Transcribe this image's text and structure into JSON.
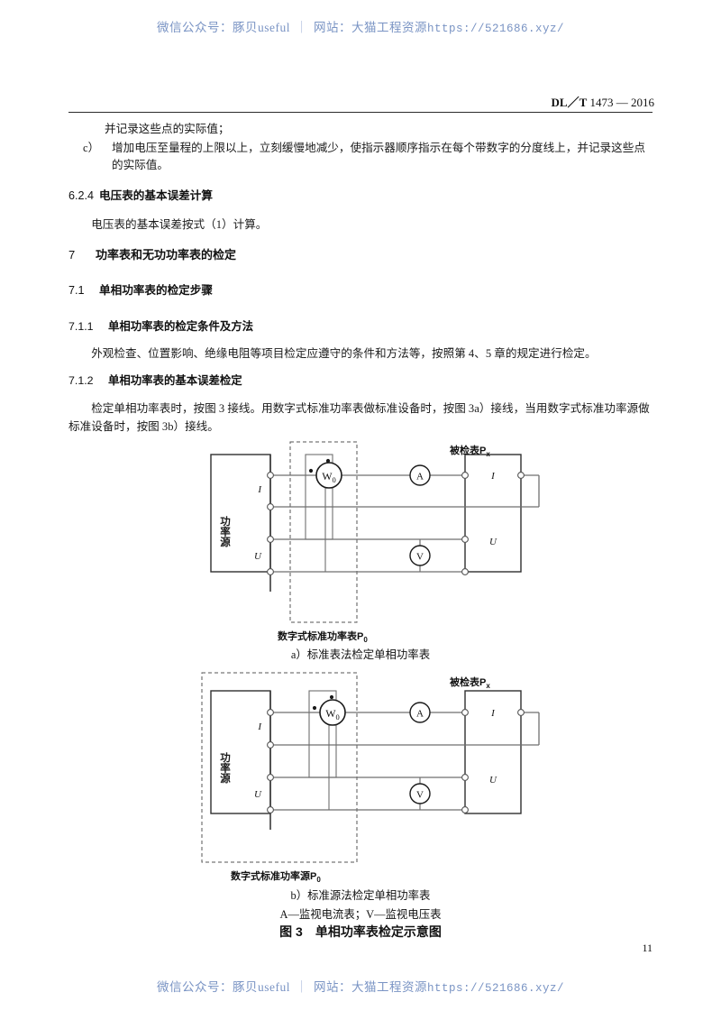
{
  "watermark": {
    "cn_prefix": "微信公众号：",
    "account": "豚贝useful",
    "separator": "｜",
    "site_label": "网站：",
    "site_name": "大猫工程资源",
    "url": "https://521686.xyz/"
  },
  "running_head": {
    "standard_prefix": "DL／T",
    "standard_number": "1473",
    "dash": "—",
    "year": "2016"
  },
  "body": {
    "cont_line": "并记录这些点的实际值；",
    "item_c_marker": "c）",
    "item_c_text": "增加电压至量程的上限以上，立刻缓慢地减少，使指示器顺序指示在每个带数字的分度线上，并记录这些点的实际值。",
    "h624_num": "6.2.4",
    "h624_title": "电压表的基本误差计算",
    "p624": "电压表的基本误差按式（1）计算。",
    "h7_num": "7",
    "h7_title": "功率表和无功功率表的检定",
    "h71_num": "7.1",
    "h71_title": "单相功率表的检定步骤",
    "h711_num": "7.1.1",
    "h711_title": "单相功率表的检定条件及方法",
    "p711": "外观检查、位置影响、绝缘电阻等项目检定应遵守的条件和方法等，按照第 4、5 章的规定进行检定。",
    "h712_num": "7.1.2",
    "h712_title": "单相功率表的基本误差检定",
    "p712": "检定单相功率表时，按图 3 接线。用数字式标准功率表做标准设备时，按图 3a）接线，当用数字式标准功率源做标准设备时，按图 3b）接线。"
  },
  "figure": {
    "diagram_a": {
      "source_box_label": "功率源",
      "source_terminal_I": "I",
      "source_terminal_U": "U",
      "wattmeter_symbol": "W",
      "wattmeter_sub": "0",
      "ammeter_symbol": "A",
      "voltmeter_symbol": "V",
      "dut_label": "被检表P",
      "dut_sub": "x",
      "dut_terminal_I": "I",
      "dut_terminal_U": "U",
      "dashed_label": "数字式标准功率表P",
      "dashed_label_sub": "0",
      "caption": "a）标准表法检定单相功率表"
    },
    "diagram_b": {
      "source_box_label": "功率源",
      "source_terminal_I": "I",
      "source_terminal_U": "U",
      "wattmeter_symbol": "W",
      "wattmeter_sub": "0",
      "ammeter_symbol": "A",
      "voltmeter_symbol": "V",
      "dut_label": "被检表P",
      "dut_sub": "x",
      "dut_terminal_I": "I",
      "dut_terminal_U": "U",
      "dashed_label": "数字式标准功率源P",
      "dashed_label_sub": "0",
      "caption": "b）标准源法检定单相功率表"
    },
    "legend": "A—监视电流表；V—监视电压表",
    "figure_title": "图 3　单相功率表检定示意图"
  },
  "page_number": "11",
  "colors": {
    "watermark": "#7a94c4",
    "ink": "#1a1a1a",
    "wire": "#6f6f6f",
    "dark_wire": "#3a3a3a"
  }
}
